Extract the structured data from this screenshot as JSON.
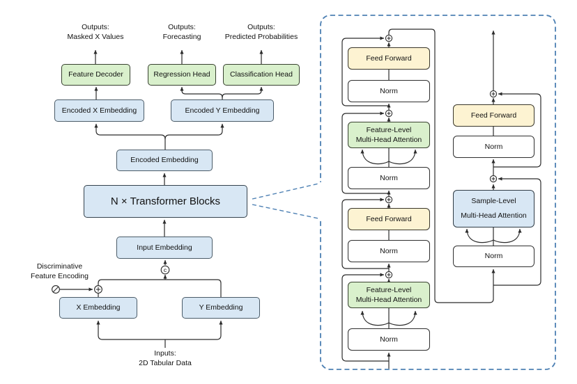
{
  "figure": {
    "type": "architecture-diagram",
    "colors": {
      "box_blue": "#d8e7f4",
      "box_green": "#d9f0cc",
      "box_yellow": "#fdf3d2",
      "box_white": "#ffffff",
      "dashed_callout_blue": "#4d80b3",
      "wire": "#2b2b2b"
    }
  },
  "pipeline": {
    "outputs": [
      {
        "line1": "Outputs:",
        "line2": "Masked X Values"
      },
      {
        "line1": "Outputs:",
        "line2": "Forecasting"
      },
      {
        "line1": "Outputs:",
        "line2": "Predicted Probabilities"
      }
    ],
    "feature_decoder": "Feature Decoder",
    "regression_head": "Regression Head",
    "classification_head": "Classification Head",
    "encoded_x_embedding": "Encoded X Embedding",
    "encoded_y_embedding": "Encoded Y Embedding",
    "encoded_embedding": "Encoded Embedding",
    "transformer_blocks": "N × Transformer Blocks",
    "input_embedding": "Input Embedding",
    "concat_op": "c",
    "discriminative_label": {
      "line1": "Discriminative",
      "line2": "Feature Encoding"
    },
    "x_embedding": "X Embedding",
    "y_embedding": "Y Embedding",
    "inputs_label": {
      "line1": "Inputs:",
      "line2": "2D Tabular Data"
    }
  },
  "transformer_detail": {
    "feed_forward": "Feed Forward",
    "norm": "Norm",
    "feature_attention": {
      "line1": "Feature-Level",
      "line2": "Multi-Head Attention"
    },
    "sample_attention": {
      "line1": "Sample-Level",
      "line2": "Multi-Head Attention"
    }
  }
}
